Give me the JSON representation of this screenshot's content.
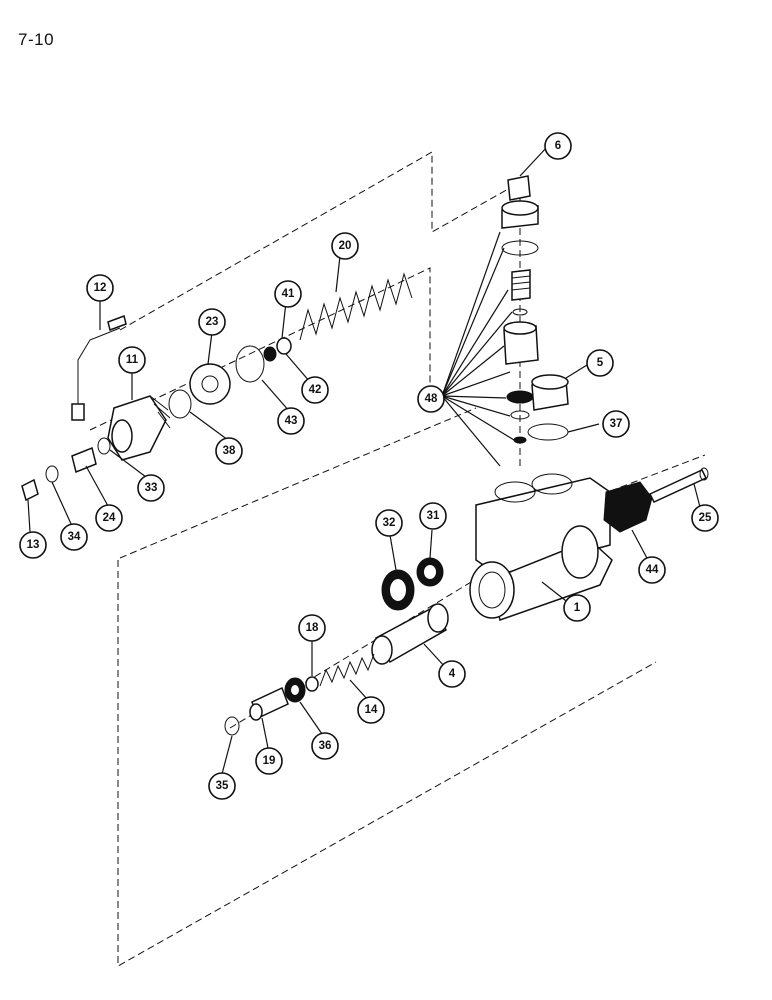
{
  "page": {
    "number": "7-10"
  },
  "callouts": [
    {
      "id": "c1",
      "label": "1"
    },
    {
      "id": "c4",
      "label": "4"
    },
    {
      "id": "c5",
      "label": "5"
    },
    {
      "id": "c6",
      "label": "6"
    },
    {
      "id": "c11",
      "label": "11"
    },
    {
      "id": "c12",
      "label": "12"
    },
    {
      "id": "c13",
      "label": "13"
    },
    {
      "id": "c14",
      "label": "14"
    },
    {
      "id": "c18",
      "label": "18"
    },
    {
      "id": "c19",
      "label": "19"
    },
    {
      "id": "c20",
      "label": "20"
    },
    {
      "id": "c23",
      "label": "23"
    },
    {
      "id": "c24",
      "label": "24"
    },
    {
      "id": "c25",
      "label": "25"
    },
    {
      "id": "c31",
      "label": "31"
    },
    {
      "id": "c32",
      "label": "32"
    },
    {
      "id": "c33",
      "label": "33"
    },
    {
      "id": "c34",
      "label": "34"
    },
    {
      "id": "c35",
      "label": "35"
    },
    {
      "id": "c36",
      "label": "36"
    },
    {
      "id": "c37",
      "label": "37"
    },
    {
      "id": "c38",
      "label": "38"
    },
    {
      "id": "c41",
      "label": "41"
    },
    {
      "id": "c42",
      "label": "42"
    },
    {
      "id": "c43",
      "label": "43"
    },
    {
      "id": "c44",
      "label": "44"
    },
    {
      "id": "c48",
      "label": "48"
    }
  ]
}
